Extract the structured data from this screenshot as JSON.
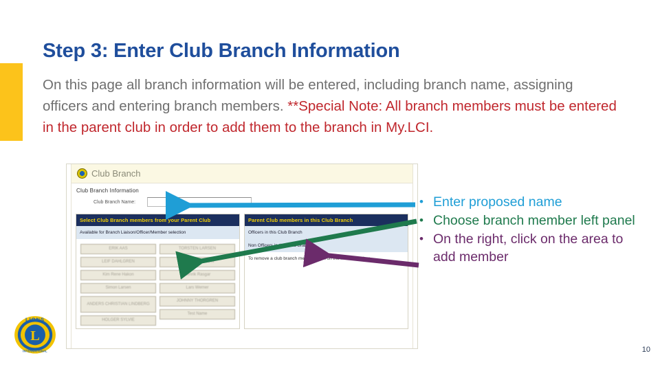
{
  "slide": {
    "title": "Step 3: Enter Club Branch Information",
    "body": {
      "part1": "On this page all branch information will be entered, including branch name, assigning officers and entering branch members. ",
      "note": "**Special Note: All branch members must be entered in the parent club in order to add them to the branch in My.LCI.",
      "title_color": "#1f4e9c",
      "text_color": "#6f6f6f",
      "note_color": "#c0272d"
    },
    "page_number": "10",
    "accent_color": "#fcc31b"
  },
  "screenshot": {
    "window_title": "Club Branch",
    "section_heading": "Club Branch Information",
    "branch_name_label": "Club Branch Name:",
    "branch_name_value": "",
    "left_panel": {
      "title": "Select Club Branch members from your Parent Club",
      "subtitle": "Available for Branch Liaison/Officer/Member selection",
      "column_one": [
        "ERIK AAS",
        "LEIF DAHLGREN",
        "Kim Rene Hakon",
        "Simon Larsen",
        "ANDERS CHRISTIAN LINDBERG",
        "HOLGER SYLVIE"
      ],
      "column_two": [
        "TORSTEN LARSEN",
        "HANS LINDELOW",
        "Henrik Rasgar",
        "Lars Werner",
        "JOHNNY THORGREN",
        "Test Name"
      ]
    },
    "right_panel": {
      "title": "Parent Club members in this Club Branch",
      "officers_label": "Officers in this Club Branch",
      "non_officers_label": "Non Officers in this Club Branch",
      "remove_hint": "To remove a club branch member, click on the member below."
    }
  },
  "callouts": {
    "items": [
      {
        "text": "Enter proposed name",
        "color": "#1f9ed6",
        "arrow": "arrow-blue"
      },
      {
        "text": "Choose branch member left panel",
        "color": "#1f7a4d",
        "arrow": "arrow-green"
      },
      {
        "text": "On the right, click on the area to add member",
        "color": "#6b2b6b",
        "arrow": "arrow-purple"
      }
    ],
    "bullet_glyph": "•"
  },
  "logo": {
    "name": "lions-international-logo",
    "top_text": "LIONS",
    "center_text": "L",
    "bottom_text": "INTERNATIONAL"
  }
}
